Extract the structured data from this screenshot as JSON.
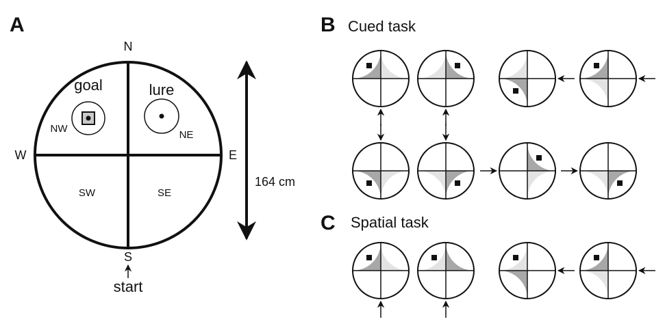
{
  "colors": {
    "ink": "#111111",
    "dark_quadrant": "#a8a8a8",
    "light_quadrant": "#e3e3e3",
    "background": "#ffffff"
  },
  "panel_a": {
    "label": "A",
    "directions": {
      "north": "N",
      "south": "S",
      "east": "E",
      "west": "W"
    },
    "quadrants": {
      "nw": "NW",
      "ne": "NE",
      "sw": "SW",
      "se": "SE"
    },
    "goal": "goal",
    "lure": "lure",
    "start": "start",
    "distance": "164 cm"
  },
  "panel_b": {
    "label": "B",
    "title": "Cued task",
    "dials": [
      {
        "dark": "nw",
        "light": "ne",
        "marker": "nw",
        "arrow": "bottom"
      },
      {
        "dark": "ne",
        "light": "nw",
        "marker": "ne",
        "arrow": "bottom"
      },
      {
        "dark": "sw",
        "light": "nw",
        "marker": "sw",
        "arrow": "right"
      },
      {
        "dark": "nw",
        "light": "sw",
        "marker": "nw",
        "arrow": "right"
      },
      {
        "dark": "sw",
        "light": "se",
        "marker": "sw",
        "arrow": "top"
      },
      {
        "dark": "se",
        "light": "sw",
        "marker": "se",
        "arrow": "top"
      },
      {
        "dark": "ne",
        "light": "se",
        "marker": "ne",
        "arrow": "left"
      },
      {
        "dark": "se",
        "light": "sw",
        "marker": "se",
        "arrow": "left"
      }
    ]
  },
  "panel_c": {
    "label": "C",
    "title": "Spatial task",
    "dials": [
      {
        "dark": "nw",
        "light": "ne",
        "marker": "nw",
        "arrow": "bottom"
      },
      {
        "dark": "ne",
        "light": "nw",
        "marker": "nw",
        "arrow": "bottom"
      },
      {
        "dark": "sw",
        "light": "nw",
        "marker": "nw",
        "arrow": "right"
      },
      {
        "dark": "nw",
        "light": "sw",
        "marker": "nw",
        "arrow": "right"
      }
    ]
  }
}
